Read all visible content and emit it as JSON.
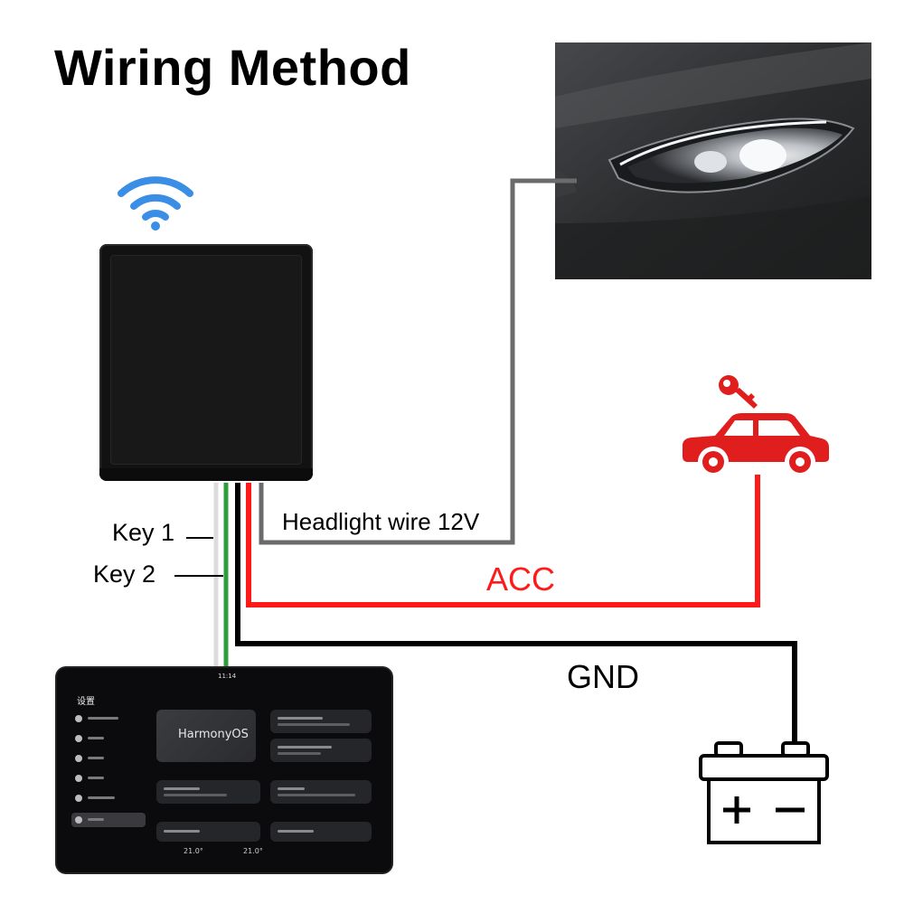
{
  "title": "Wiring Method",
  "labels": {
    "headlight_wire": "Headlight wire 12V",
    "acc": "ACC",
    "gnd": "GND",
    "key1": "Key 1",
    "key2": "Key 2"
  },
  "wire_colors": {
    "headlight": "#6b6b6b",
    "acc": "#ff1a1a",
    "gnd": "#000000",
    "key1": "#dcdcdc",
    "key2": "#2e9e3a"
  },
  "icons": {
    "wifi": "wifi-icon",
    "key": "key-icon",
    "car": "car-icon",
    "battery": "battery-icon",
    "headlight_photo": "car-headlight-photo",
    "control_module": "control-module",
    "head_unit": "head-unit-screen"
  },
  "accent_colors": {
    "wifi": "#3b8ee6",
    "car": "#e01e1e"
  },
  "screen": {
    "time": "11:14",
    "settings_title": "设置",
    "os_name": "HarmonyOS",
    "temp_left": "21.0°",
    "temp_right": "21.0°"
  }
}
